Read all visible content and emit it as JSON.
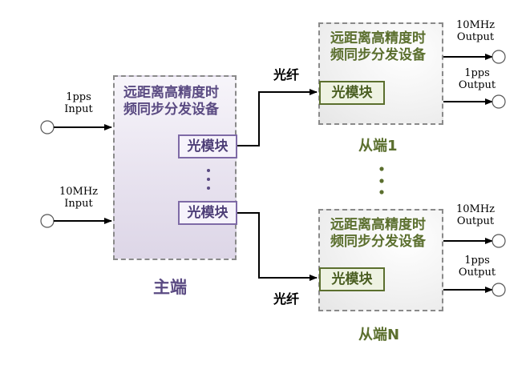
{
  "master": {
    "title_line1": "远距离高精度时",
    "title_line2": "频同步分发设备",
    "module_label": "光模块",
    "label": "主端",
    "inputs": [
      {
        "line1": "1pps",
        "line2": "Input"
      },
      {
        "line1": "10MHz",
        "line2": "Input"
      }
    ]
  },
  "fiber_label": "光纤",
  "slaves": [
    {
      "title_line1": "远距离高精度时",
      "title_line2": "频同步分发设备",
      "module_label": "光模块",
      "label": "从端1",
      "outputs": [
        {
          "line1": "10MHz",
          "line2": "Output"
        },
        {
          "line1": "1pps",
          "line2": "Output"
        }
      ]
    },
    {
      "title_line1": "远距离高精度时",
      "title_line2": "频同步分发设备",
      "module_label": "光模块",
      "label": "从端N",
      "outputs": [
        {
          "line1": "10MHz",
          "line2": "Output"
        },
        {
          "line1": "1pps",
          "line2": "Output"
        }
      ]
    }
  ],
  "colors": {
    "master_accent": "#5a4a82",
    "slave_accent": "#5b6f2e",
    "wire": "#000000"
  }
}
